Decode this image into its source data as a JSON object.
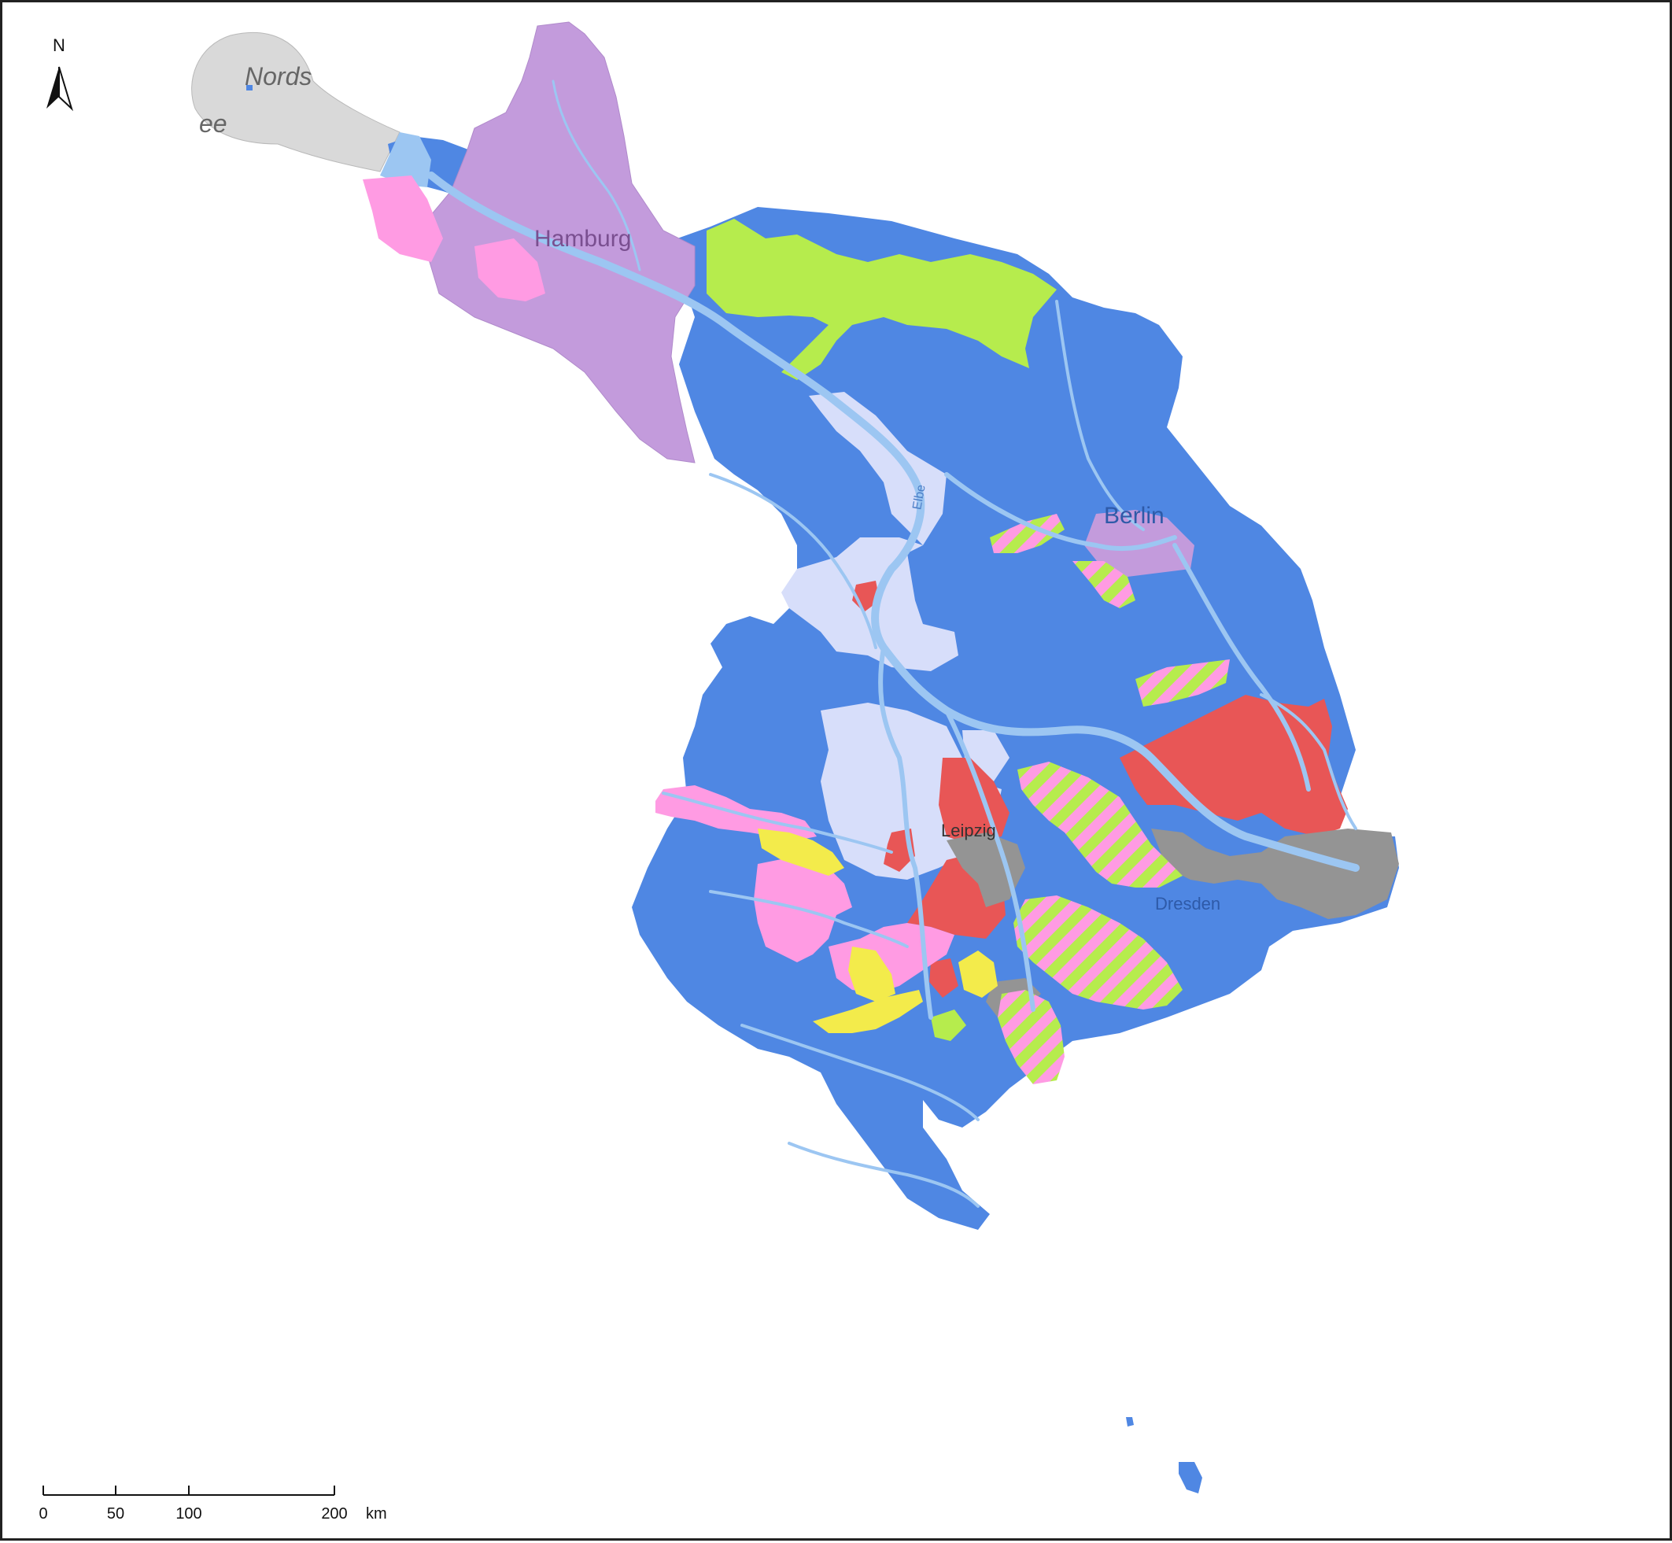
{
  "places": {
    "sea_1": "Nords",
    "sea_2": "ee",
    "hamburg": "Hamburg",
    "berlin": "Berlin",
    "leipzig": "Leipzig",
    "dresden": "Dresden",
    "river": "Elbe"
  },
  "north_arrow": {
    "label": "N"
  },
  "scale_bar": {
    "ticks": [
      "0",
      "50",
      "100",
      "200"
    ],
    "unit": "km"
  },
  "colors": {
    "basin_blue": "#4f87e3",
    "river_light": "#9cc6f2",
    "purple": "#c39bdc",
    "pink": "#ff9be3",
    "lime": "#b6ec4d",
    "red": "#e85656",
    "grey": "#949494",
    "yellow": "#f3eb4b",
    "pale_lavender": "#d7defa",
    "sea_grey": "#d9d9d9"
  }
}
